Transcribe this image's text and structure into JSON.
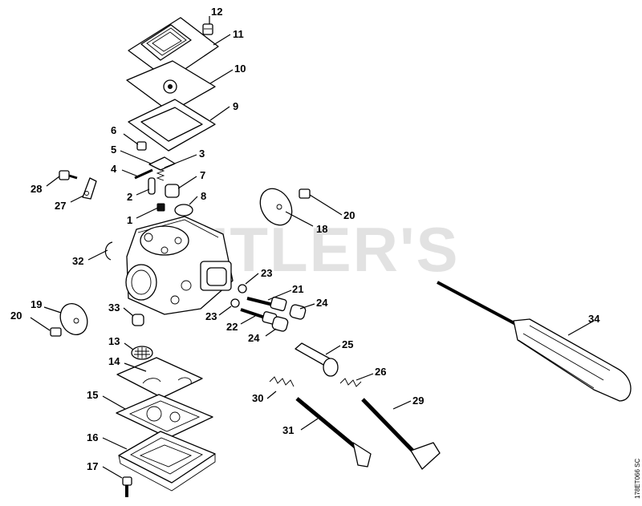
{
  "watermark": "UTLER'S",
  "drawing_code": "178ET066 SC",
  "callouts": [
    "1",
    "2",
    "3",
    "4",
    "5",
    "6",
    "7",
    "8",
    "9",
    "10",
    "11",
    "12",
    "13",
    "14",
    "15",
    "16",
    "17",
    "18",
    "19",
    "20",
    "20",
    "21",
    "22",
    "23",
    "23",
    "24",
    "24",
    "25",
    "26",
    "27",
    "28",
    "29",
    "30",
    "31",
    "32",
    "33",
    "34"
  ]
}
